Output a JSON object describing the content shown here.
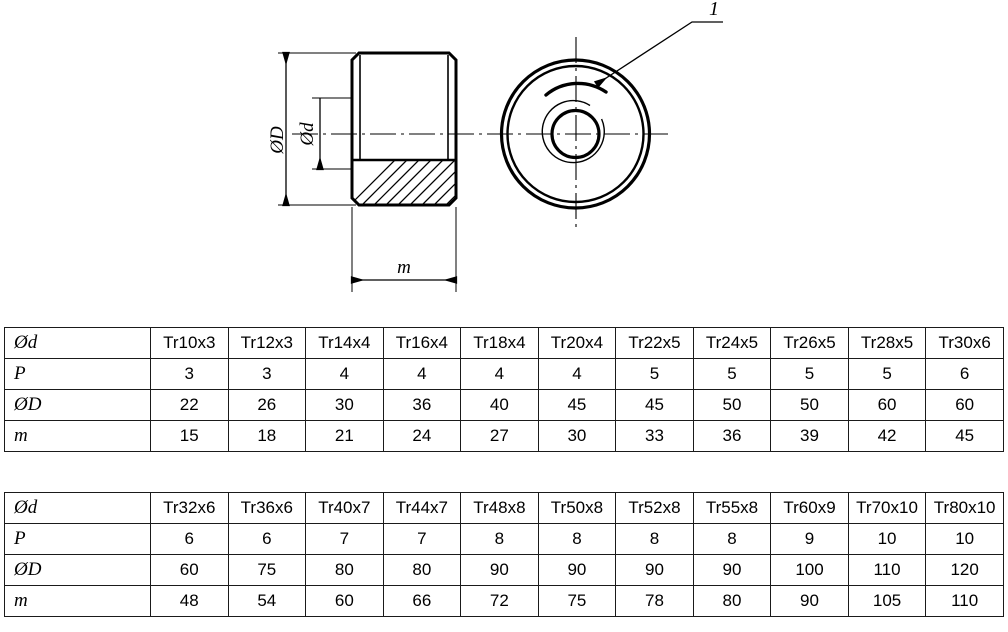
{
  "drawing": {
    "title": "trapezoidal-thread-nut",
    "item_number_label": "1",
    "dimensions": {
      "outer_diameter_label": "ØD",
      "inner_diameter_label": "Ød",
      "height_label": "m"
    },
    "colors": {
      "line": "#000000",
      "background": "#ffffff"
    }
  },
  "tables": [
    {
      "id": "table-1",
      "row_headers": [
        "Ød",
        "P",
        "ØD",
        "m"
      ],
      "columns": [
        "Tr10x3",
        "Tr12x3",
        "Tr14x4",
        "Tr16x4",
        "Tr18x4",
        "Tr20x4",
        "Tr22x5",
        "Tr24x5",
        "Tr26x5",
        "Tr28x5",
        "Tr30x6"
      ],
      "rows": [
        [
          "3",
          "3",
          "4",
          "4",
          "4",
          "4",
          "5",
          "5",
          "5",
          "5",
          "6"
        ],
        [
          "22",
          "26",
          "30",
          "36",
          "40",
          "45",
          "45",
          "50",
          "50",
          "60",
          "60"
        ],
        [
          "15",
          "18",
          "21",
          "24",
          "27",
          "30",
          "33",
          "36",
          "39",
          "42",
          "45"
        ]
      ]
    },
    {
      "id": "table-2",
      "row_headers": [
        "Ød",
        "P",
        "ØD",
        "m"
      ],
      "columns": [
        "Tr32x6",
        "Tr36x6",
        "Tr40x7",
        "Tr44x7",
        "Tr48x8",
        "Tr50x8",
        "Tr52x8",
        "Tr55x8",
        "Tr60x9",
        "Tr70x10",
        "Tr80x10"
      ],
      "rows": [
        [
          "6",
          "6",
          "7",
          "7",
          "8",
          "8",
          "8",
          "8",
          "9",
          "10",
          "10"
        ],
        [
          "60",
          "75",
          "80",
          "80",
          "90",
          "90",
          "90",
          "90",
          "100",
          "110",
          "120"
        ],
        [
          "48",
          "54",
          "60",
          "66",
          "72",
          "75",
          "78",
          "80",
          "90",
          "105",
          "110"
        ]
      ]
    }
  ]
}
